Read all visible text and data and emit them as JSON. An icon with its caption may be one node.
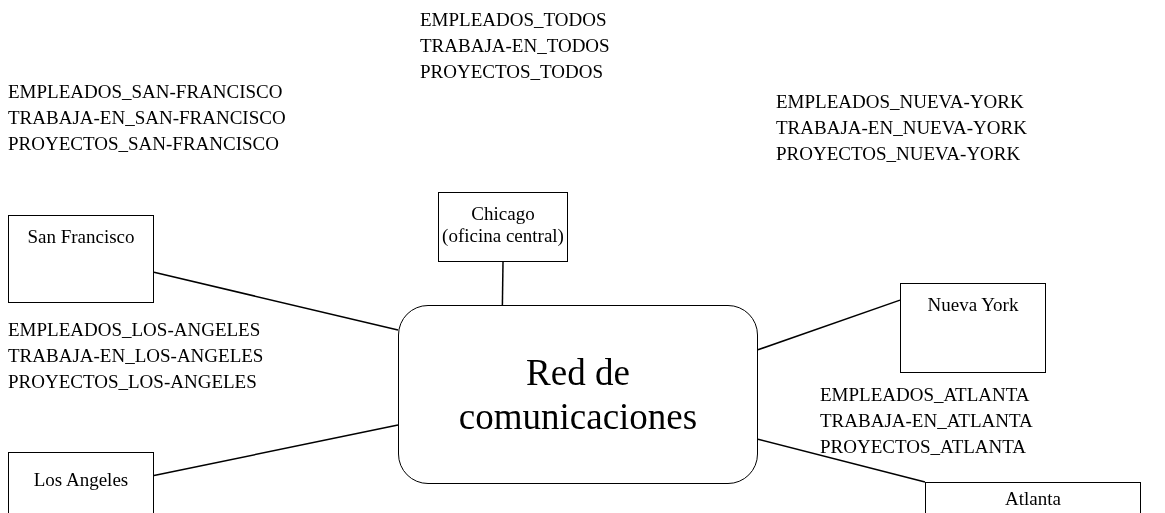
{
  "diagram": {
    "nodes": [
      {
        "text": [
          "Chicago (oficina central)"
        ]
      },
      {
        "text": [
          "San Francisco"
        ]
      },
      {
        "text": [
          "Nueva York"
        ]
      },
      {
        "text": [
          "Red de comunicaciones"
        ]
      },
      {
        "text": [
          "Los Angeles"
        ]
      },
      {
        "text": [
          "Atlanta"
        ]
      }
    ],
    "edges": [
      {
        "from": 0,
        "to": 3,
        "arrow": "none"
      },
      {
        "from": 1,
        "to": 3,
        "arrow": "none"
      },
      {
        "from": 2,
        "to": 3,
        "arrow": "none"
      },
      {
        "from": 4,
        "to": 3,
        "arrow": "none"
      },
      {
        "from": 5,
        "to": 3,
        "arrow": "none"
      }
    ],
    "labels": [
      "EMPLEADOS_TODOS",
      "TRABAJA-EN_TODOS",
      "PROYECTOS_TODOS",
      "EMPLEADOS_SAN-FRANCISCO",
      "TRABAJA-EN_SAN-FRANCISCO",
      "PROYECTOS_SAN-FRANCISCO",
      "EMPLEADOS_NUEVA-YORK",
      "TRABAJA-EN_NUEVA-YORK",
      "PROYECTOS_NUEVA-YORK",
      "EMPLEADOS_LOS-ANGELES",
      "TRABAJA-EN_LOS-ANGELES",
      "PROYECTOS_LOS-ANGELES",
      "EMPLEADOS_ATLANTA",
      "TRABAJA-EN_ATLANTA",
      "PROYECTOS_ATLANTA"
    ]
  }
}
